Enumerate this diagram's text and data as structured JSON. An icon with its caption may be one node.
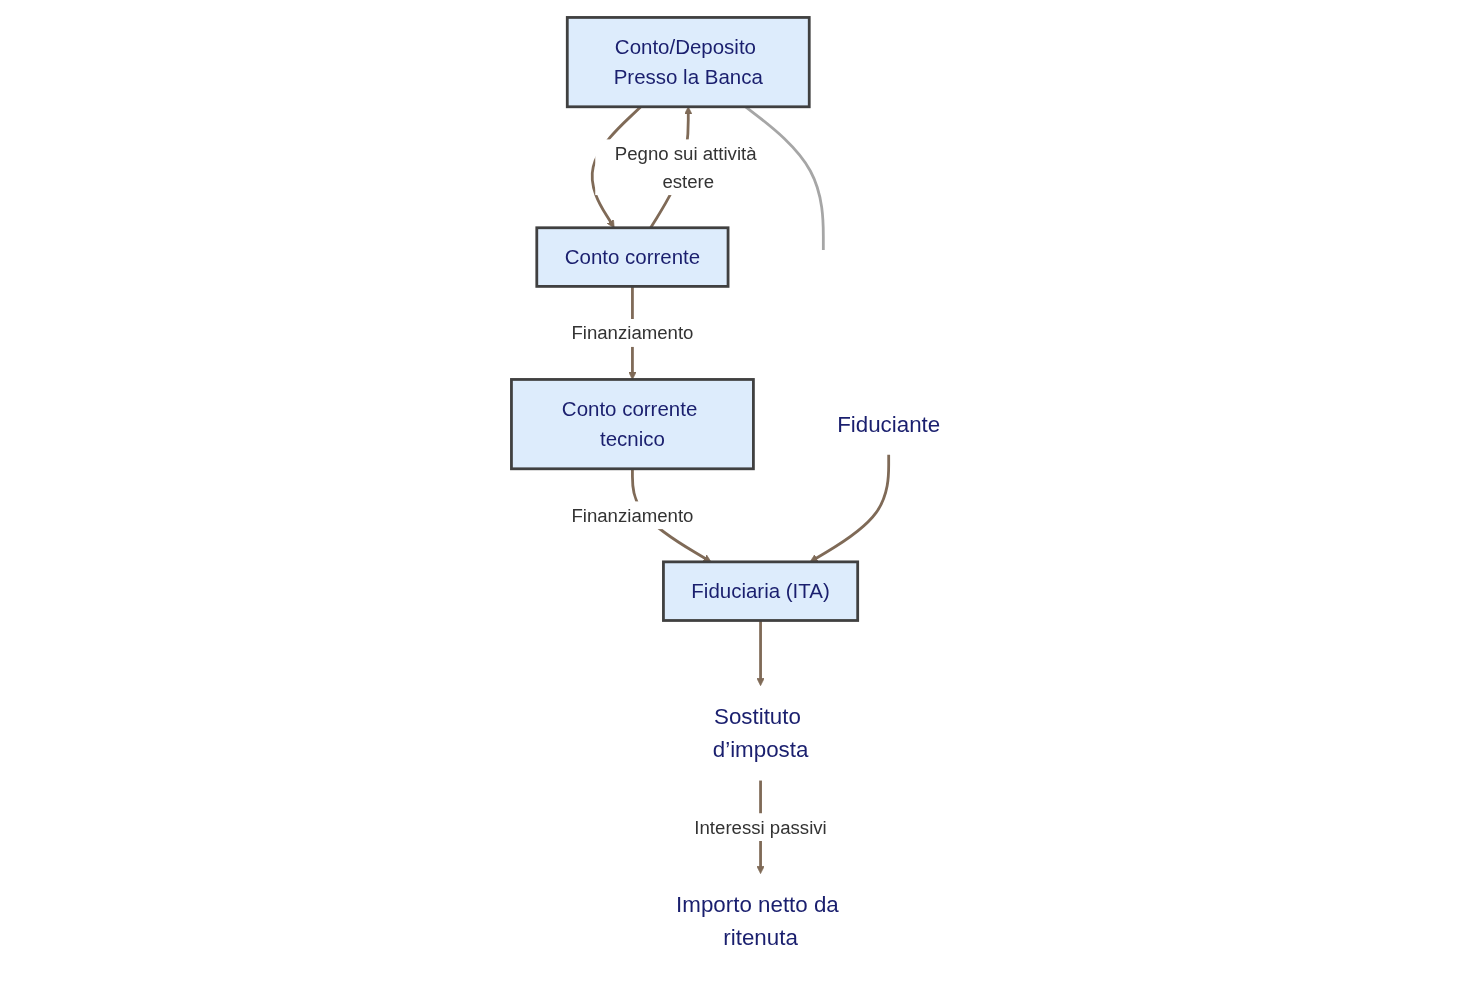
{
  "diagram": {
    "nodes": [
      {
        "text": [
          "Conto/Deposito Presso la Banca"
        ]
      },
      {
        "text": [
          "Conto corrente"
        ]
      },
      {
        "text": [
          "Conto corrente tecnico"
        ]
      },
      {
        "text": [
          "Fiduciante"
        ]
      },
      {
        "text": [
          "Fiduciaria (ITA)"
        ]
      },
      {
        "text": [
          "Sostituto d’imposta"
        ]
      },
      {
        "text": [
          "Importo netto da ritenuta"
        ]
      }
    ],
    "edges": [
      {
        "from": 0,
        "to": 1,
        "arrow": "to"
      },
      {
        "from": 1,
        "to": 0,
        "arrow": "to",
        "label": "Pegno sui attività estere"
      },
      {
        "from": 1,
        "to": 2,
        "arrow": "to",
        "label": "Finanziamento"
      },
      {
        "from": 2,
        "to": 4,
        "arrow": "to",
        "label": "Finanziamento"
      },
      {
        "from": 3,
        "to": 4,
        "arrow": "to"
      },
      {
        "from": 4,
        "to": 5,
        "arrow": "to"
      },
      {
        "from": 5,
        "to": 6,
        "arrow": "to",
        "label": "Interessi passivi"
      },
      {
        "from": 0,
        "to": null,
        "arrow": "none",
        "color": "#a6a6a6"
      }
    ]
  }
}
